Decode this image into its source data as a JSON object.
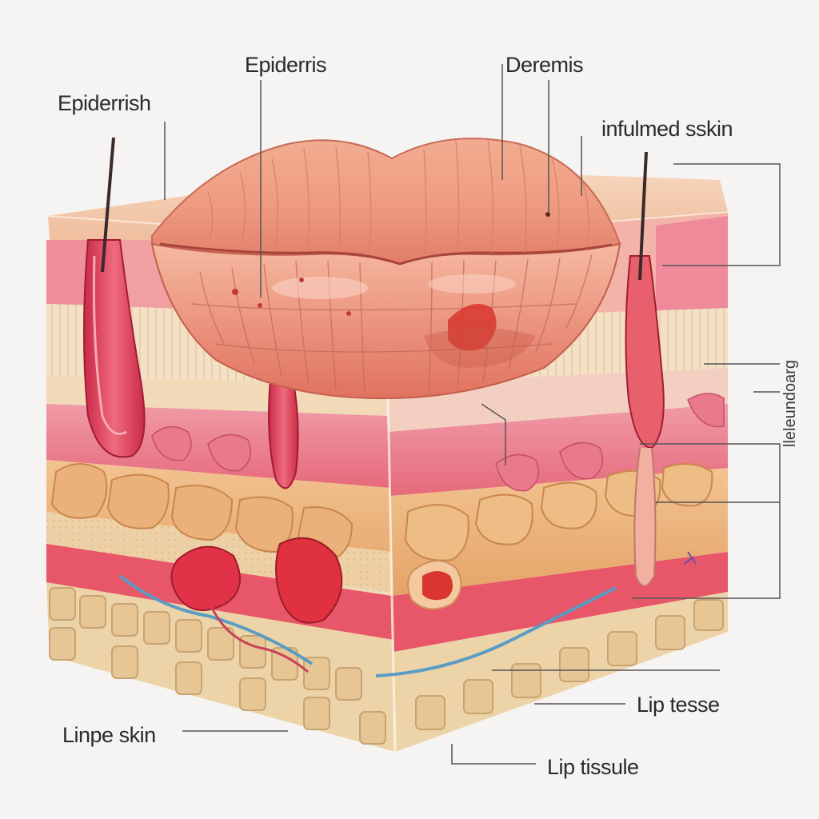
{
  "labels": {
    "epiderrish": "Epiderrish",
    "epiderris": "Epiderris",
    "deremis": "Deremis",
    "infulmed_sskin": "infulmed sskin",
    "linpe_skin": "Linpe skin",
    "lip_tesse": "Lip tesse",
    "lip_tissule": "Lip tissule",
    "vertical_text": "lleleundoarg"
  },
  "colors": {
    "background": "#f6f4f3",
    "top_surface": "#f3c7a8",
    "lip": "#ef9a80",
    "lip_shadow": "#d86a5a",
    "epidermis_pink": "#ec7f8e",
    "fat_cells": "#e9b07a",
    "base_tissue": "#ecd4a8",
    "vessel": "#5a9cc4",
    "inflamed": "#d8362e"
  }
}
